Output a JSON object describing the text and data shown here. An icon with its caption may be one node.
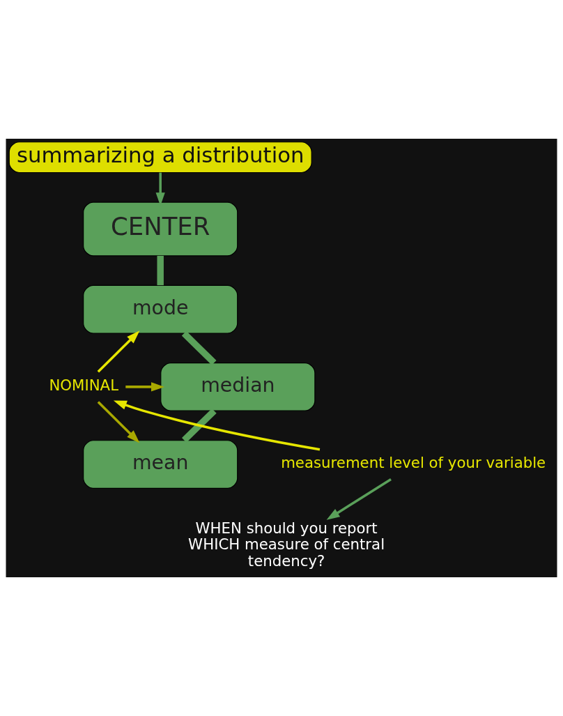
{
  "diagram": {
    "nodes": [
      {
        "text": [
          "summarizing a distribution"
        ]
      },
      {
        "text": [
          "CENTER"
        ]
      },
      {
        "text": [
          "mode"
        ]
      },
      {
        "text": [
          "median"
        ]
      },
      {
        "text": [
          "mean"
        ]
      },
      {
        "text": [
          "NOMINAL"
        ]
      },
      {
        "text": [
          "WHEN should you report WHICH measure of central tendency?"
        ]
      },
      {
        "text": [
          "measurement level of your variable"
        ]
      }
    ],
    "edges": [
      {
        "from": 0,
        "to": 1,
        "arrow": "to"
      },
      {
        "from": 1,
        "to": 2,
        "arrow": "none",
        "style": "thick"
      },
      {
        "from": 2,
        "to": 3,
        "arrow": "none",
        "style": "thick"
      },
      {
        "from": 3,
        "to": 4,
        "arrow": "none",
        "style": "thick"
      },
      {
        "from": 5,
        "to": 2,
        "arrow": "to",
        "color": "#e6e600"
      },
      {
        "from": 5,
        "to": 3,
        "arrow": "to",
        "color": "#a8a800"
      },
      {
        "from": 5,
        "to": 4,
        "arrow": "to",
        "color": "#a8a800"
      },
      {
        "from": 7,
        "to": 6,
        "arrow": "to"
      },
      {
        "from": 7,
        "to": 5,
        "arrow": "to",
        "color": "#e6e600"
      }
    ]
  }
}
